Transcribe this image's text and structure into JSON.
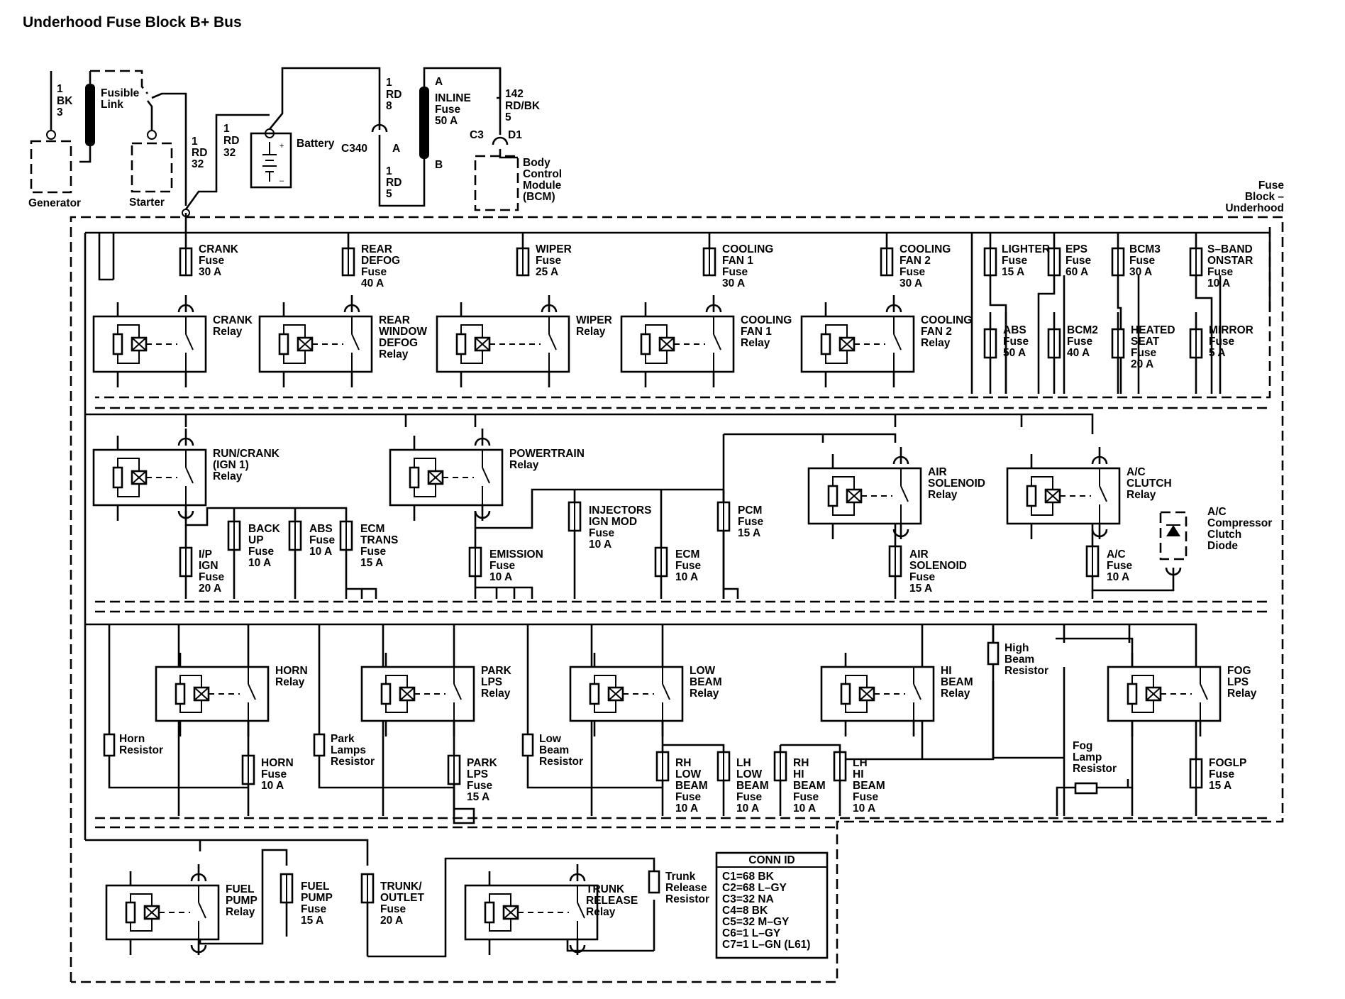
{
  "title": "Underhood Fuse Block B+ Bus",
  "fuse_block_label": [
    "Fuse",
    "Block –",
    "Underhood"
  ],
  "top_components": {
    "generator": "Generator",
    "generator_wire": [
      "1",
      "BK",
      "3"
    ],
    "fusible_link": [
      "Fusible",
      "Link"
    ],
    "starter": "Starter",
    "starter_wire": [
      "1",
      "RD",
      "32"
    ],
    "battery_wire": [
      "1",
      "RD",
      "32"
    ],
    "battery": "Battery",
    "c340_wire_top": [
      "1",
      "RD",
      "8"
    ],
    "c340": "C340",
    "c340_pin": "A",
    "c340_wire_bottom": [
      "1",
      "RD",
      "5"
    ],
    "inline_fuse_pin_a": "A",
    "inline_fuse": [
      "INLINE",
      "Fuse",
      "50 A"
    ],
    "inline_fuse_pin_b": "B",
    "bcm_wire": [
      "142",
      "RD/BK",
      "5"
    ],
    "bcm_conn": "C3",
    "bcm_pin": "D1",
    "bcm": [
      "Body",
      "Control",
      "Module",
      "(BCM)"
    ]
  },
  "row1": {
    "fuses": [
      {
        "id": "crank",
        "lines": [
          "CRANK",
          "Fuse",
          "30 A"
        ]
      },
      {
        "id": "rear-defog",
        "lines": [
          "REAR",
          "DEFOG",
          "Fuse",
          "40 A"
        ]
      },
      {
        "id": "wiper",
        "lines": [
          "WIPER",
          "Fuse",
          "25 A"
        ]
      },
      {
        "id": "cooling-fan1",
        "lines": [
          "COOLING",
          "FAN 1",
          "Fuse",
          "30 A"
        ]
      },
      {
        "id": "cooling-fan2",
        "lines": [
          "COOLING",
          "FAN 2",
          "Fuse",
          "30 A"
        ]
      },
      {
        "id": "lighter",
        "lines": [
          "LIGHTER",
          "Fuse",
          "15 A"
        ]
      },
      {
        "id": "eps",
        "lines": [
          "EPS",
          "Fuse",
          "60 A"
        ]
      },
      {
        "id": "bcm3",
        "lines": [
          "BCM3",
          "Fuse",
          "30 A"
        ]
      },
      {
        "id": "s-band-onstar",
        "lines": [
          "S–BAND",
          "ONSTAR",
          "Fuse",
          "10 A"
        ]
      },
      {
        "id": "abs50",
        "lines": [
          "ABS",
          "Fuse",
          "50 A"
        ]
      },
      {
        "id": "bcm2",
        "lines": [
          "BCM2",
          "Fuse",
          "40 A"
        ]
      },
      {
        "id": "heated-seat",
        "lines": [
          "HEATED",
          "SEAT",
          "Fuse",
          "20 A"
        ]
      },
      {
        "id": "mirror",
        "lines": [
          "MIRROR",
          "Fuse",
          "5 A"
        ]
      }
    ],
    "relays": [
      {
        "id": "crank",
        "lines": [
          "CRANK",
          "Relay"
        ]
      },
      {
        "id": "rear-window-defog",
        "lines": [
          "REAR",
          "WINDOW",
          "DEFOG",
          "Relay"
        ]
      },
      {
        "id": "wiper",
        "lines": [
          "WIPER",
          "Relay"
        ]
      },
      {
        "id": "cooling-fan1",
        "lines": [
          "COOLING",
          "FAN 1",
          "Relay"
        ]
      },
      {
        "id": "cooling-fan2",
        "lines": [
          "COOLING",
          "FAN 2",
          "Relay"
        ]
      }
    ]
  },
  "row2": {
    "relays": [
      {
        "id": "run-crank",
        "lines": [
          "RUN/CRANK",
          "(IGN 1)",
          "Relay"
        ]
      },
      {
        "id": "powertrain",
        "lines": [
          "POWERTRAIN",
          "Relay"
        ]
      },
      {
        "id": "air-solenoid",
        "lines": [
          "AIR",
          "SOLENOID",
          "Relay"
        ]
      },
      {
        "id": "ac-clutch",
        "lines": [
          "A/C",
          "CLUTCH",
          "Relay"
        ]
      }
    ],
    "fuses": [
      {
        "id": "ip-ign",
        "lines": [
          "I/P",
          "IGN",
          "Fuse",
          "20 A"
        ]
      },
      {
        "id": "back-up",
        "lines": [
          "BACK",
          "UP",
          "Fuse",
          "10 A"
        ]
      },
      {
        "id": "abs10",
        "lines": [
          "ABS",
          "Fuse",
          "10 A"
        ]
      },
      {
        "id": "ecm-trans",
        "lines": [
          "ECM",
          "TRANS",
          "Fuse",
          "15 A"
        ]
      },
      {
        "id": "emission",
        "lines": [
          "EMISSION",
          "Fuse",
          "10 A"
        ]
      },
      {
        "id": "injectors",
        "lines": [
          "INJECTORS",
          "IGN MOD",
          "Fuse",
          "10 A"
        ]
      },
      {
        "id": "ecm",
        "lines": [
          "ECM",
          "Fuse",
          "10 A"
        ]
      },
      {
        "id": "pcm",
        "lines": [
          "PCM",
          "Fuse",
          "15 A"
        ]
      },
      {
        "id": "air-solenoid",
        "lines": [
          "AIR",
          "SOLENOID",
          "Fuse",
          "15 A"
        ]
      },
      {
        "id": "ac",
        "lines": [
          "A/C",
          "Fuse",
          "10 A"
        ]
      }
    ],
    "diode": [
      "A/C",
      "Compressor",
      "Clutch",
      "Diode"
    ]
  },
  "row3": {
    "relays": [
      {
        "id": "horn",
        "lines": [
          "HORN",
          "Relay"
        ]
      },
      {
        "id": "park-lps",
        "lines": [
          "PARK",
          "LPS",
          "Relay"
        ]
      },
      {
        "id": "low-beam",
        "lines": [
          "LOW",
          "BEAM",
          "Relay"
        ]
      },
      {
        "id": "hi-beam",
        "lines": [
          "HI",
          "BEAM",
          "Relay"
        ]
      },
      {
        "id": "fog-lps",
        "lines": [
          "FOG",
          "LPS",
          "Relay"
        ]
      }
    ],
    "resistors": [
      {
        "id": "horn",
        "lines": [
          "Horn",
          "Resistor"
        ]
      },
      {
        "id": "park-lamps",
        "lines": [
          "Park",
          "Lamps",
          "Resistor"
        ]
      },
      {
        "id": "low-beam",
        "lines": [
          "Low",
          "Beam",
          "Resistor"
        ]
      },
      {
        "id": "high-beam",
        "lines": [
          "High",
          "Beam",
          "Resistor"
        ]
      },
      {
        "id": "fog-lamp",
        "lines": [
          "Fog",
          "Lamp",
          "Resistor"
        ]
      }
    ],
    "fuses": [
      {
        "id": "horn",
        "lines": [
          "HORN",
          "Fuse",
          "10 A"
        ]
      },
      {
        "id": "park-lps",
        "lines": [
          "PARK",
          "LPS",
          "Fuse",
          "15 A"
        ]
      },
      {
        "id": "rh-low-beam",
        "lines": [
          "RH",
          "LOW",
          "BEAM",
          "Fuse",
          "10 A"
        ]
      },
      {
        "id": "lh-low-beam",
        "lines": [
          "LH",
          "LOW",
          "BEAM",
          "Fuse",
          "10 A"
        ]
      },
      {
        "id": "rh-hi-beam",
        "lines": [
          "RH",
          "HI",
          "BEAM",
          "Fuse",
          "10 A"
        ]
      },
      {
        "id": "lh-hi-beam",
        "lines": [
          "LH",
          "HI",
          "BEAM",
          "Fuse",
          "10 A"
        ]
      },
      {
        "id": "foglp",
        "lines": [
          "FOGLP",
          "Fuse",
          "15 A"
        ]
      }
    ]
  },
  "row4": {
    "relays": [
      {
        "id": "fuel-pump",
        "lines": [
          "FUEL",
          "PUMP",
          "Relay"
        ]
      },
      {
        "id": "trunk-release",
        "lines": [
          "TRUNK",
          "RELEASE",
          "Relay"
        ]
      }
    ],
    "fuses": [
      {
        "id": "fuel-pump",
        "lines": [
          "FUEL",
          "PUMP",
          "Fuse",
          "15 A"
        ]
      },
      {
        "id": "trunk-outlet",
        "lines": [
          "TRUNK/",
          "OUTLET",
          "Fuse",
          "20 A"
        ]
      }
    ],
    "resistors": [
      {
        "id": "trunk-release",
        "lines": [
          "Trunk",
          "Release",
          "Resistor"
        ]
      }
    ]
  },
  "conn_id": {
    "title": "CONN ID",
    "entries": [
      "C1=68 BK",
      "C2=68 L–GY",
      "C3=32 NA",
      "C4=8 BK",
      "C5=32 M–GY",
      "C6=1 L–GY",
      "C7=1 L–GN (L61)"
    ]
  }
}
